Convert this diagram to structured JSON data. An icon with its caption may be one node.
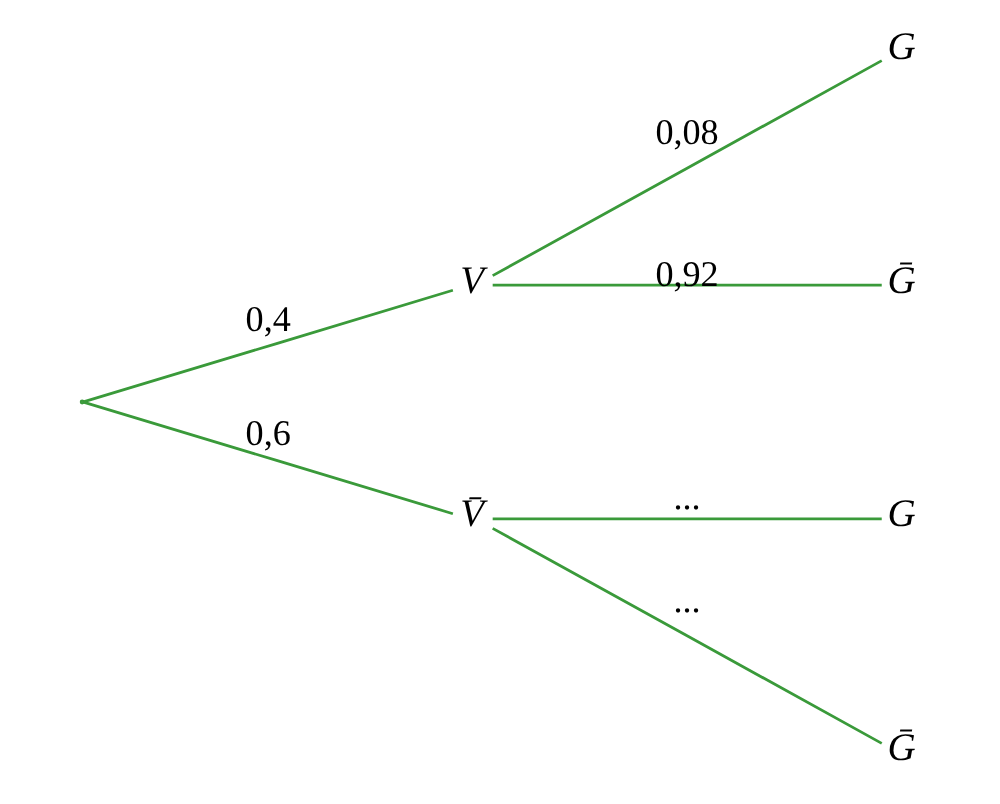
{
  "diagram": {
    "nodes": [
      {
        "text": [],
        "shape": "point"
      },
      {
        "text": [
          "V"
        ]
      },
      {
        "text": [
          "V̄"
        ]
      },
      {
        "text": [
          "G"
        ]
      },
      {
        "text": [
          "Ḡ"
        ]
      },
      {
        "text": [
          "G"
        ]
      },
      {
        "text": [
          "Ḡ"
        ]
      }
    ],
    "edges": [
      {
        "from": 0,
        "to": 1,
        "arrow": "none",
        "label": "0,4"
      },
      {
        "from": 0,
        "to": 2,
        "arrow": "none",
        "label": "0,6"
      },
      {
        "from": 1,
        "to": 3,
        "arrow": "none",
        "label": "0,08"
      },
      {
        "from": 1,
        "to": 4,
        "arrow": "none",
        "label": "0,92"
      },
      {
        "from": 2,
        "to": 5,
        "arrow": "none",
        "label": "..."
      },
      {
        "from": 2,
        "to": 6,
        "arrow": "none",
        "label": "..."
      }
    ]
  }
}
